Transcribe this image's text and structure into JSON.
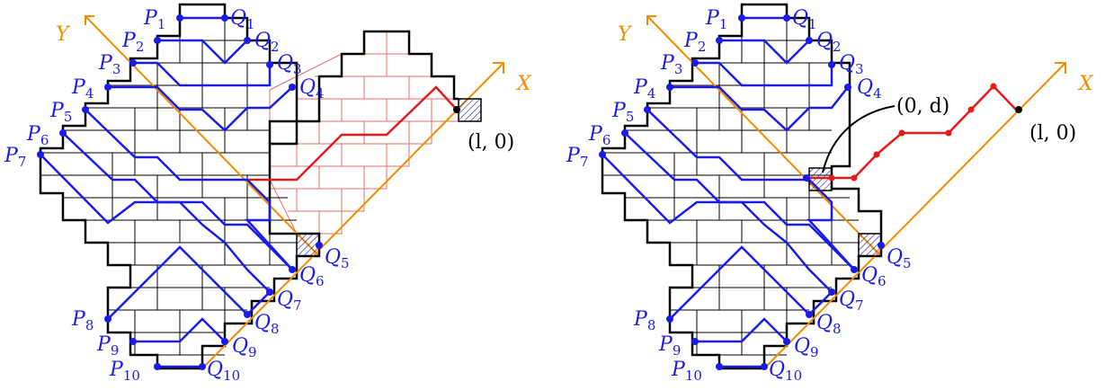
{
  "colors": {
    "path": "#1a1aeb",
    "axis": "#f28c00",
    "red_path": "#e41a1a",
    "red_grid": "#e86b6b",
    "outline": "#000000",
    "hatch": "#1a1aa0"
  },
  "left_panel": {
    "axis_x_label": "X",
    "axis_y_label": "Y",
    "corner_label": "(l, 0)",
    "p_labels": [
      {
        "name": "P",
        "sub": "1"
      },
      {
        "name": "P",
        "sub": "2"
      },
      {
        "name": "P",
        "sub": "3"
      },
      {
        "name": "P",
        "sub": "4"
      },
      {
        "name": "P",
        "sub": "5"
      },
      {
        "name": "P",
        "sub": "6"
      },
      {
        "name": "P",
        "sub": "7"
      },
      {
        "name": "P",
        "sub": "8"
      },
      {
        "name": "P",
        "sub": "9"
      },
      {
        "name": "P",
        "sub": "10"
      }
    ],
    "q_labels": [
      {
        "name": "Q",
        "sub": "1"
      },
      {
        "name": "Q",
        "sub": "2"
      },
      {
        "name": "Q",
        "sub": "3"
      },
      {
        "name": "Q",
        "sub": "4"
      },
      {
        "name": "Q",
        "sub": "5"
      },
      {
        "name": "Q",
        "sub": "6"
      },
      {
        "name": "Q",
        "sub": "7"
      },
      {
        "name": "Q",
        "sub": "8"
      },
      {
        "name": "Q",
        "sub": "9"
      },
      {
        "name": "Q",
        "sub": "10"
      }
    ]
  },
  "right_panel": {
    "axis_x_label": "X",
    "axis_y_label": "Y",
    "corner_label": "(l, 0)",
    "origin_label": "(0, d)",
    "p_labels": [
      {
        "name": "P",
        "sub": "1"
      },
      {
        "name": "P",
        "sub": "2"
      },
      {
        "name": "P",
        "sub": "3"
      },
      {
        "name": "P",
        "sub": "4"
      },
      {
        "name": "P",
        "sub": "5"
      },
      {
        "name": "P",
        "sub": "6"
      },
      {
        "name": "P",
        "sub": "7"
      },
      {
        "name": "P",
        "sub": "8"
      },
      {
        "name": "P",
        "sub": "9"
      },
      {
        "name": "P",
        "sub": "10"
      }
    ],
    "q_labels": [
      {
        "name": "Q",
        "sub": "1"
      },
      {
        "name": "Q",
        "sub": "2"
      },
      {
        "name": "Q",
        "sub": "3"
      },
      {
        "name": "Q",
        "sub": "4"
      },
      {
        "name": "Q",
        "sub": "5"
      },
      {
        "name": "Q",
        "sub": "6"
      },
      {
        "name": "Q",
        "sub": "7"
      },
      {
        "name": "Q",
        "sub": "8"
      },
      {
        "name": "Q",
        "sub": "9"
      },
      {
        "name": "Q",
        "sub": "10"
      }
    ]
  }
}
